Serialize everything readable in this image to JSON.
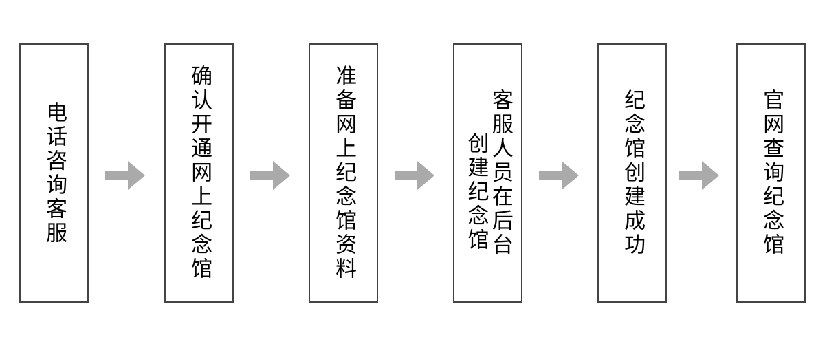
{
  "diagram": {
    "type": "flowchart",
    "orientation": "left-to-right",
    "text_direction": "vertical-right-to-left",
    "background_color": "#ffffff",
    "box_border_color": "#444444",
    "box_fill_color": "#ffffff",
    "text_color": "#000000",
    "arrow_color": "#aaaaaa",
    "nodes": [
      {
        "id": "node-1",
        "order": 1,
        "full_text": "电话咨询客服",
        "columns": [
          "电话咨询客服"
        ]
      },
      {
        "id": "node-2",
        "order": 2,
        "full_text": "确认开通网上纪念馆",
        "columns": [
          "确认开通网上纪念馆"
        ]
      },
      {
        "id": "node-3",
        "order": 3,
        "full_text": "准备网上纪念馆资料",
        "columns": [
          "准备网上纪念馆资料"
        ]
      },
      {
        "id": "node-4",
        "order": 4,
        "full_text": "客服人员在后台创建纪念馆",
        "columns": [
          "客服人员在后台",
          "创建纪念馆"
        ]
      },
      {
        "id": "node-5",
        "order": 5,
        "full_text": "纪念馆创建成功",
        "columns": [
          "纪念馆创建成功"
        ]
      },
      {
        "id": "node-6",
        "order": 6,
        "full_text": "官网查询纪念馆",
        "columns": [
          "官网查询纪念馆"
        ]
      }
    ],
    "connectors": [
      {
        "id": "arrow-1",
        "from": "node-1",
        "to": "node-2",
        "shape": "block-arrow-right"
      },
      {
        "id": "arrow-2",
        "from": "node-2",
        "to": "node-3",
        "shape": "block-arrow-right"
      },
      {
        "id": "arrow-3",
        "from": "node-3",
        "to": "node-4",
        "shape": "block-arrow-right"
      },
      {
        "id": "arrow-4",
        "from": "node-4",
        "to": "node-5",
        "shape": "block-arrow-right"
      },
      {
        "id": "arrow-5",
        "from": "node-5",
        "to": "node-6",
        "shape": "block-arrow-right"
      }
    ]
  }
}
